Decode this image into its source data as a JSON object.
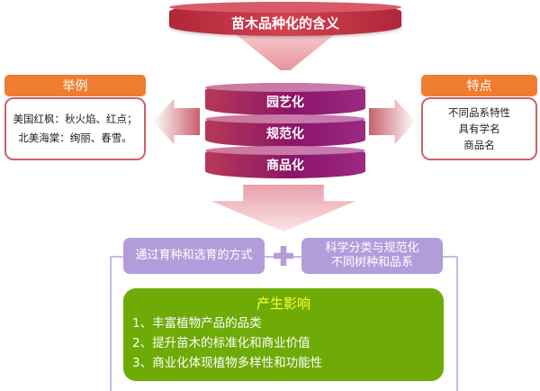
{
  "title": "苗木品种化的含义",
  "stack": [
    "园艺化",
    "规范化",
    "商品化"
  ],
  "examples": {
    "header": "举例",
    "lines": [
      "美国红枫：秋火焰、红点；",
      "北美海棠：绚丽、春雪。"
    ]
  },
  "features": {
    "header": "特点",
    "lines": [
      "不同品系特性",
      "具有学名",
      "商品名"
    ]
  },
  "methods": {
    "left": "通过育种和选育的方式",
    "plus": "+",
    "right": [
      "科学分类与规范化",
      "不同树种和品系"
    ]
  },
  "impact": {
    "title": "产生影响",
    "items": [
      "1、丰富植物产品的品类",
      "2、提升苗木的标准化和商业价值",
      "3、商业化体现植物多样性和功能性"
    ]
  },
  "colors": {
    "orange": "#ef7d31",
    "purple": "#b29ddb",
    "green": "#6eab06",
    "red": "#c0303f"
  }
}
